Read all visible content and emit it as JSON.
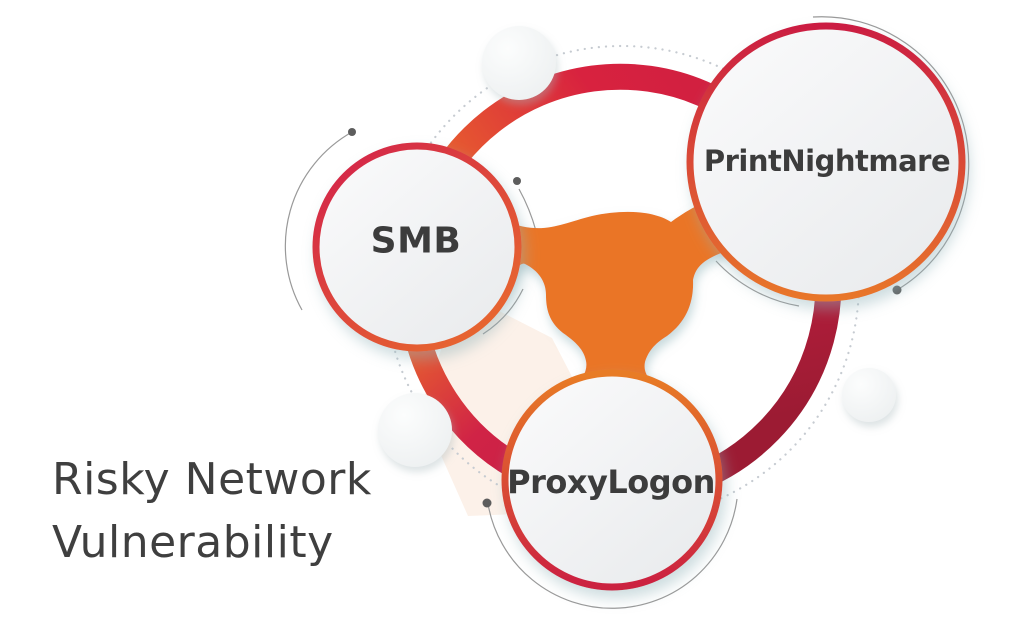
{
  "title": {
    "line1": "Risky Network",
    "line2": "Vulnerability",
    "color": "#3F3F3F"
  },
  "diagram": {
    "type": "hub-spoke-network",
    "hub": {
      "shape": "metaball-blob",
      "color": "#EA7428"
    },
    "ring": {
      "gradient_colors": [
        "#EB6B2B",
        "#D8223F",
        "#C92041",
        "#9C1B33",
        "#CE2146"
      ],
      "style": "thick circular band behind nodes"
    },
    "nodes": [
      {
        "id": "smb",
        "label": "SMB",
        "border_gradient": [
          "#D2204B",
          "#E86A2D"
        ]
      },
      {
        "id": "printnightmare",
        "label": "PrintNightmare",
        "border_gradient": [
          "#CB1E42",
          "#E8762B"
        ]
      },
      {
        "id": "proxylogon",
        "label": "ProxyLogon",
        "border_gradient": [
          "#E87C26",
          "#CB2041"
        ]
      }
    ],
    "node_fill": "#F4F5F6",
    "label_color": "#3C3C3C",
    "decorations": {
      "dotted_circle_color": "#C6CBD1",
      "accent_arc_color": "#999999",
      "accent_dot_color": "#5D5D5D",
      "bubble_fill": "#F2F4F5",
      "soft_polygon_fill": "#FCF1E9"
    }
  }
}
